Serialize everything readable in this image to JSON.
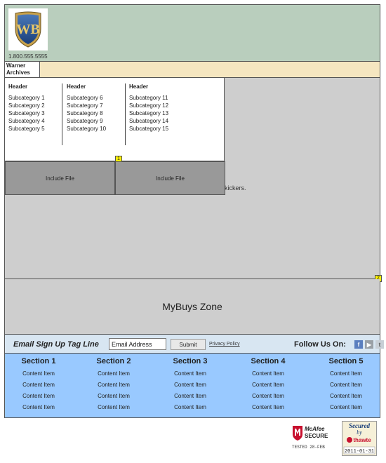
{
  "header": {
    "logo_text": "WB",
    "phone": "1.800.555.5555"
  },
  "nav": {
    "items": [
      {
        "label": "Warner Archives"
      }
    ]
  },
  "dropdown": {
    "columns": [
      {
        "header": "Header",
        "items": [
          "Subcategory 1",
          "Subcategory 2",
          "Subcategory 3",
          "Subcategory 4",
          "Subcategory 5"
        ]
      },
      {
        "header": "Header",
        "items": [
          "Subcategory 6",
          "Subcategory 7",
          "Subcategory 8",
          "Subcategory 9",
          "Subcategory 10"
        ]
      },
      {
        "header": "Header",
        "items": [
          "Subcategory 11",
          "Subcategory 12",
          "Subcategory 13",
          "Subcategory 14",
          "Subcategory 15"
        ]
      }
    ],
    "include_files": [
      "Include File",
      "Include File"
    ],
    "marker_1": "1"
  },
  "content": {
    "kickers_text": "kickers.",
    "marker_2": "2"
  },
  "mybuys": {
    "label": "MyBuys Zone"
  },
  "signup": {
    "tagline": "Email Sign Up Tag Line",
    "email_value": "Email Address",
    "submit_label": "Submit",
    "privacy_label": "Privacy Policy",
    "follow_label": "Follow Us On:",
    "social_icons": [
      "facebook-icon",
      "youtube-icon",
      "twitter-icon"
    ]
  },
  "footer_sections": [
    {
      "title": "Section 1",
      "items": [
        "Content Item",
        "Content Item",
        "Content Item",
        "Content Item"
      ]
    },
    {
      "title": "Section 2",
      "items": [
        "Content Item",
        "Content Item",
        "Content Item",
        "Content Item"
      ]
    },
    {
      "title": "Section 3",
      "items": [
        "Content Item",
        "Content Item",
        "Content Item",
        "Content Item"
      ]
    },
    {
      "title": "Section 4",
      "items": [
        "Content Item",
        "Content Item",
        "Content Item",
        "Content Item"
      ]
    },
    {
      "title": "Section 5",
      "items": [
        "Content Item",
        "Content Item",
        "Content Item",
        "Content Item"
      ]
    }
  ],
  "badges": {
    "mcafee": {
      "name": "McAfee",
      "secure": "SECURE",
      "tested": "TESTED 28-FEB"
    },
    "thawte": {
      "line1": "Secured",
      "line2": "by",
      "brand": "thawte",
      "date": "2011-01-31"
    }
  },
  "colors": {
    "header_bg": "#b9cebd",
    "nav_bg": "#f5e6c0",
    "content_bg": "#cecece",
    "signup_bg": "#d8e6f2",
    "footer_bg": "#99c9ff",
    "marker": "#fff200"
  }
}
